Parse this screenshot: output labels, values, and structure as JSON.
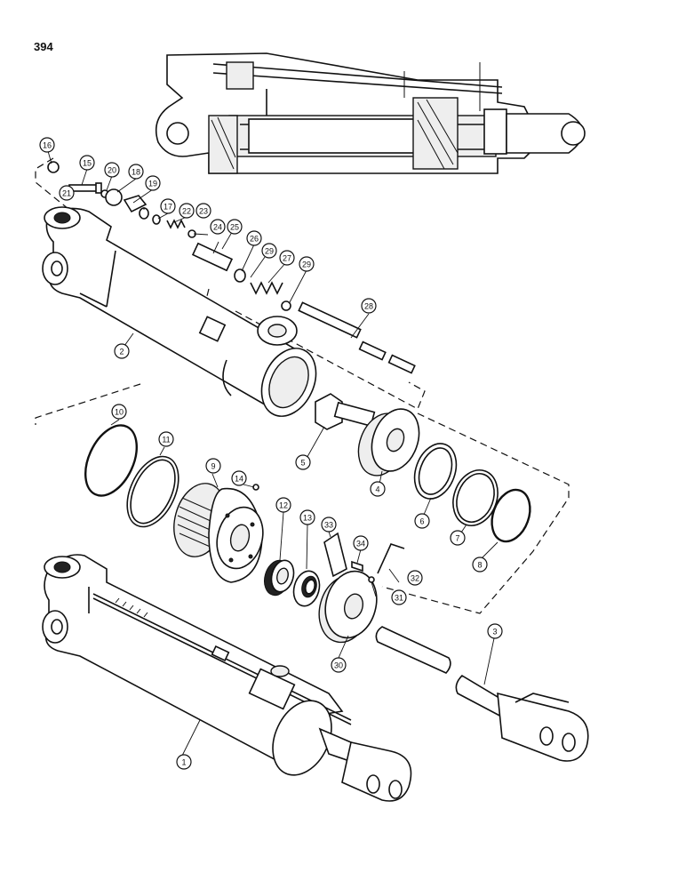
{
  "page_number": "394",
  "callouts": [
    "1",
    "2",
    "3",
    "4",
    "5",
    "6",
    "7",
    "8",
    "9",
    "10",
    "11",
    "12",
    "13",
    "14",
    "15",
    "16",
    "17",
    "18",
    "19",
    "20",
    "21",
    "22",
    "23",
    "24",
    "25",
    "26",
    "27",
    "28",
    "29",
    "29",
    "30",
    "31",
    "32",
    "33",
    "34"
  ]
}
